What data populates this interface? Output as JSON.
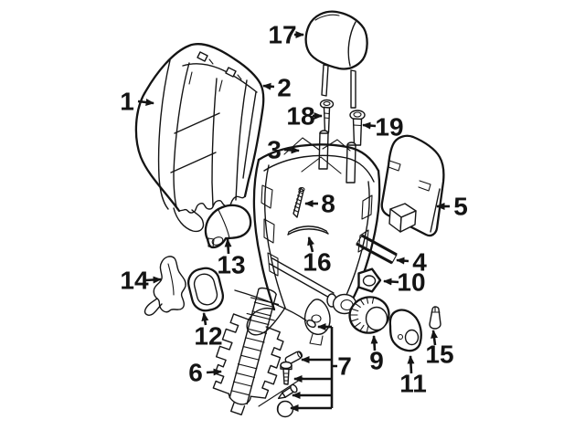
{
  "colors": {
    "line_color": "#141414",
    "background": "#ffffff"
  },
  "callouts": [
    {
      "label": "1"
    },
    {
      "label": "2"
    },
    {
      "label": "3"
    },
    {
      "label": "4"
    },
    {
      "label": "5"
    },
    {
      "label": "6"
    },
    {
      "label": "7"
    },
    {
      "label": "8"
    },
    {
      "label": "9"
    },
    {
      "label": "10"
    },
    {
      "label": "11"
    },
    {
      "label": "12"
    },
    {
      "label": "13"
    },
    {
      "label": "14"
    },
    {
      "label": "15"
    },
    {
      "label": "16"
    },
    {
      "label": "17"
    },
    {
      "label": "18"
    },
    {
      "label": "19"
    }
  ]
}
